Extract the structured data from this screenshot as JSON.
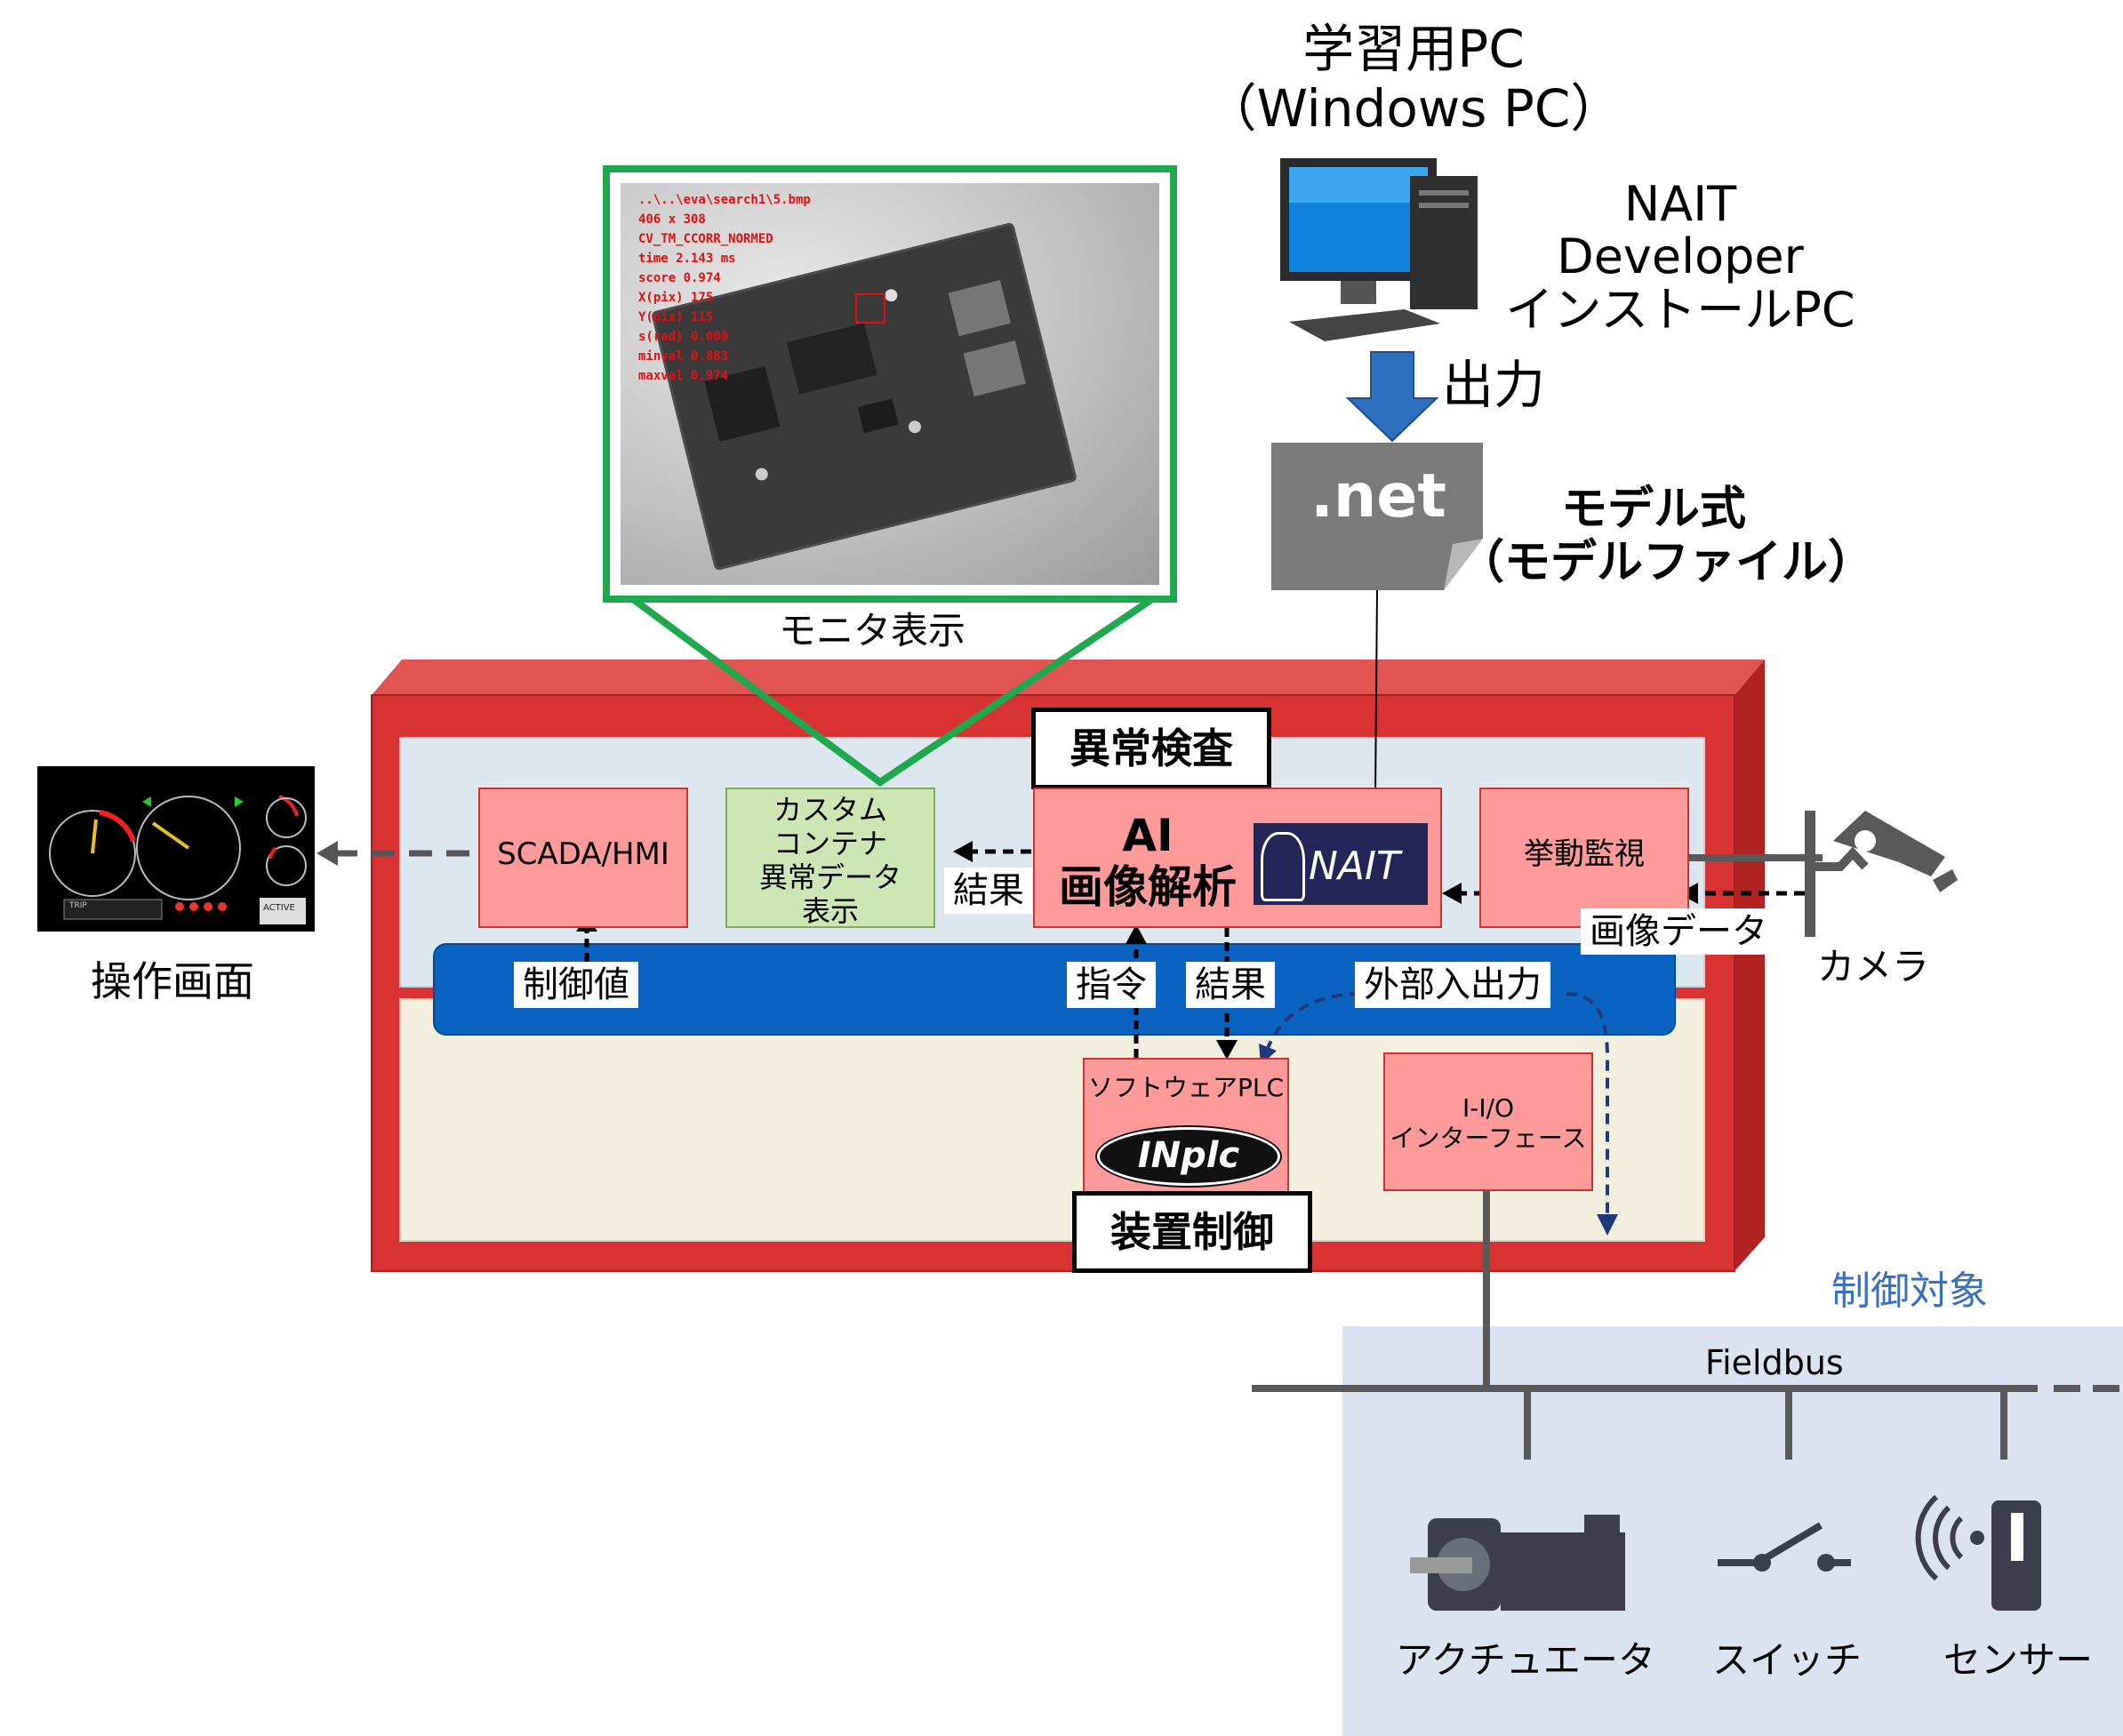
{
  "pc": {
    "title_line1": "学習用PC",
    "title_line2": "（Windows PC）"
  },
  "developer": {
    "line1": "NAIT",
    "line2": "Developer",
    "line3": "インストールPC"
  },
  "output_label": "出力",
  "file": {
    "ext": ".net",
    "label_line1": "モデル式",
    "label_line2": "（モデルファイル）"
  },
  "monitor": {
    "caption": "モニタ表示",
    "overlay_lines": [
      "..\\..\\eva\\search1\\5.bmp",
      "406 x 308",
      "CV_TM_CCORR_NORMED",
      "time 2.143 ms",
      "score 0.974",
      "X(pix) 175",
      "Y(pix) 115",
      "s(rad) 0.000",
      "minval 0.883",
      "maxval 0.974"
    ]
  },
  "inspection_title": "異常検査",
  "ai_box": {
    "line1": "AI",
    "line2": "画像解析",
    "logo_text": "NAIT"
  },
  "scada": "SCADA/HMI",
  "custom_container": {
    "line1": "カスタム",
    "line2": "コンテナ",
    "line3": "異常データ",
    "line4": "表示"
  },
  "behavior_monitor": "挙動監視",
  "camera": {
    "label": "カメラ",
    "image_data": "画像データ"
  },
  "operation_screen": {
    "label": "操作画面",
    "dash_trip": "TRIP",
    "dash_brand": "ACTIVE"
  },
  "bus_labels": {
    "control_value": "制御値",
    "command": "指令",
    "result_down": "結果",
    "result_left": "結果",
    "external_io": "外部入出力"
  },
  "plc": {
    "title": "ソフトウェアPLC",
    "logo": "INplc"
  },
  "device_control": "装置制御",
  "io": {
    "line1": "I-I/O",
    "line2": "インターフェース"
  },
  "control_target": {
    "title": "制御対象",
    "fieldbus": "Fieldbus",
    "devices": [
      "アクチュエータ",
      "スイッチ",
      "センサー"
    ]
  },
  "colors": {
    "frame_red": "#d93232",
    "frame_light": "#e05454",
    "upper_panel": "#dce7ef",
    "lower_panel": "#f2efdf",
    "bus_blue": "#0a63c1",
    "monitor_green": "#1fa84e",
    "target_bg": "#dbe3f1",
    "pink_box": "#ff9a9a",
    "nait_navy": "#232556",
    "arrow_blue": "#2f6fbf",
    "file_gray": "#7b7b7b"
  }
}
